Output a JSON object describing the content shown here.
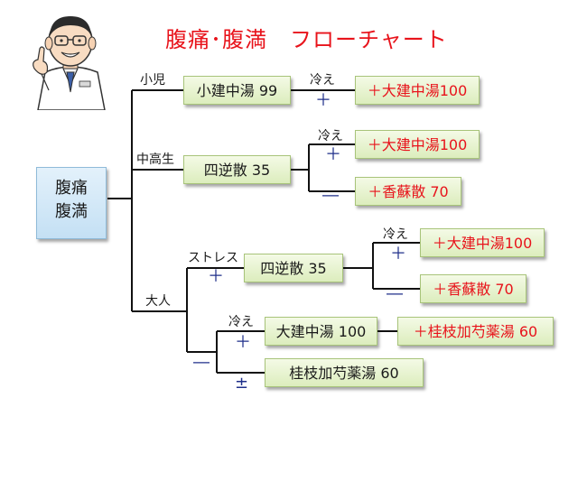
{
  "title": "腹痛･腹満　フローチャート",
  "root": {
    "line1": "腹痛",
    "line2": "腹満"
  },
  "branches": {
    "child": {
      "label": "小児",
      "box": "小建中湯 99",
      "cold_label": "冷え",
      "cold_sign": "＋",
      "result": "＋大建中湯100"
    },
    "middle": {
      "label": "中高生",
      "box": "四逆散 35",
      "cold_label": "冷え",
      "plus_sign": "＋",
      "plus_result": "＋大建中湯100",
      "minus_sign": "―",
      "minus_result": "＋香蘇散 70"
    },
    "adult": {
      "label": "大人",
      "stress_label": "ストレス",
      "stress_plus": "＋",
      "stress_minus": "―",
      "stress_box": "四逆散 35",
      "stress_cold_label": "冷え",
      "stress_cold_plus": "＋",
      "stress_cold_minus": "―",
      "stress_plus_result": "＋大建中湯100",
      "stress_minus_result": "＋香蘇散 70",
      "cold_label": "冷え",
      "cold_plus": "＋",
      "cold_box": "大建中湯 100",
      "cold_result": "＋桂枝加芍薬湯 60",
      "pm_sign": "±",
      "pm_box": "桂枝加芍薬湯 60"
    }
  },
  "colors": {
    "title": "#e8131b",
    "prescription_text": "#e8131b",
    "sign": "#1f2f8a",
    "box_fill": "#dcedbd",
    "root_fill": "#c4e0f4"
  }
}
